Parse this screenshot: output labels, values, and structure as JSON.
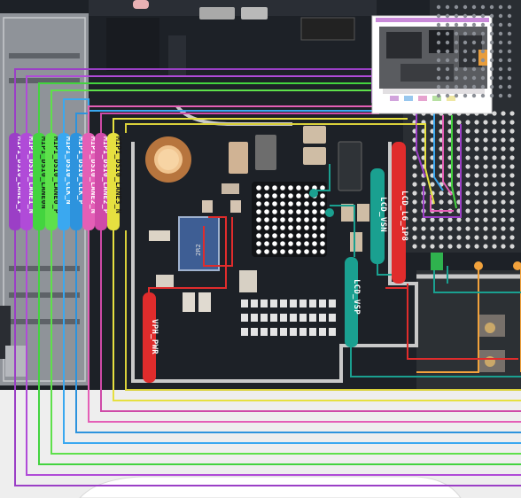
{
  "labels": {
    "mipi_dsi0_lane1_p": "MIPI_DSI0_LANE1_P",
    "mipi_dsi0_lane1_n": "MIPI_DSI0_LANE1_N",
    "mipi_dsi0_lane0n": "MIPI_DSI0_LANE0N",
    "mipi_dsi0_lane0_p": "MIPI_DSI0_LANE0_P",
    "mipi_dsi0_clk_n": "MIPI_DSI0_CLK_N",
    "mipi_dsi0_clk_p": "MIPI_DSI0_CLK_P",
    "mipi_dsi0_lane2_n": "MIPI_DSI0_LANE2_N",
    "mipi_dsi0_lane2_p": "MIPI_DSI0_LANE2_P",
    "mipi_dsi0_lane3_n": "MIPI_DSI0_LANE3_N",
    "vph_pwr": "VPH_PWR",
    "lcd_vsp": "LCD_VSP",
    "lcd_vsn": "LCD_VSN",
    "lcd_l6_1p8": "LCD_L6_1P8",
    "inductor_mark": "2R2"
  },
  "colors": {
    "board": "#1d2127",
    "purple": "#9b3fc6",
    "green": "#43d43f",
    "yellow": "#e6e040",
    "blue": "#3aa8f0",
    "pink": "#e45fb6",
    "orange": "#f2a23c",
    "red": "#e02c2c",
    "teal": "#1aa090"
  }
}
